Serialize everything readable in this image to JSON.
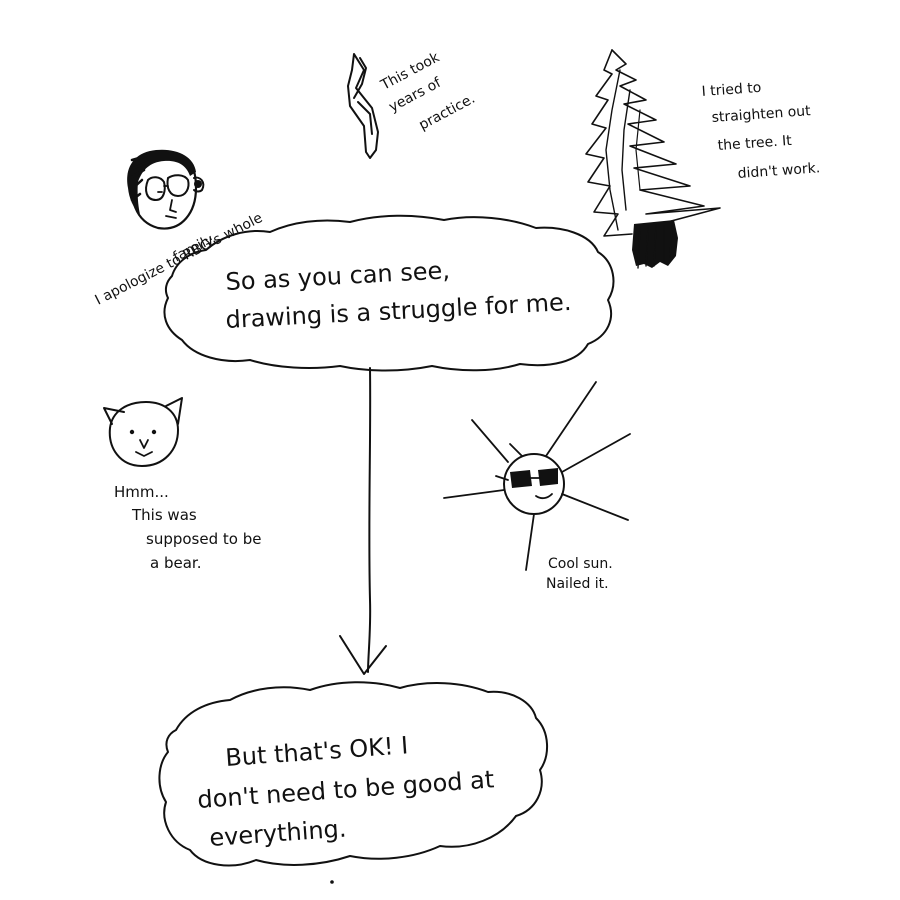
{
  "main_cloud": {
    "line1": "So as you can see,",
    "line2": "drawing is a struggle for me."
  },
  "bottom_cloud": {
    "line1": "But that's OK! I",
    "line2": "don't need to be good at",
    "line3": "everything."
  },
  "rbg_caption": {
    "line1": "I apologize to RBG's whole",
    "line2": "family."
  },
  "eight_caption": {
    "line1": "This took",
    "line2": "years of",
    "line3": "practice."
  },
  "tree_caption": {
    "line1": "I tried to",
    "line2": "straighten out",
    "line3": "the tree. It",
    "line4": "didn't work."
  },
  "bear_caption": {
    "line1": "Hmm...",
    "line2": "This was",
    "line3": "supposed to be",
    "line4": "a bear."
  },
  "sun_caption": {
    "line1": "Cool sun.",
    "line2": "Nailed it."
  },
  "colors": {
    "ink": "#111111",
    "background": "#ffffff"
  }
}
